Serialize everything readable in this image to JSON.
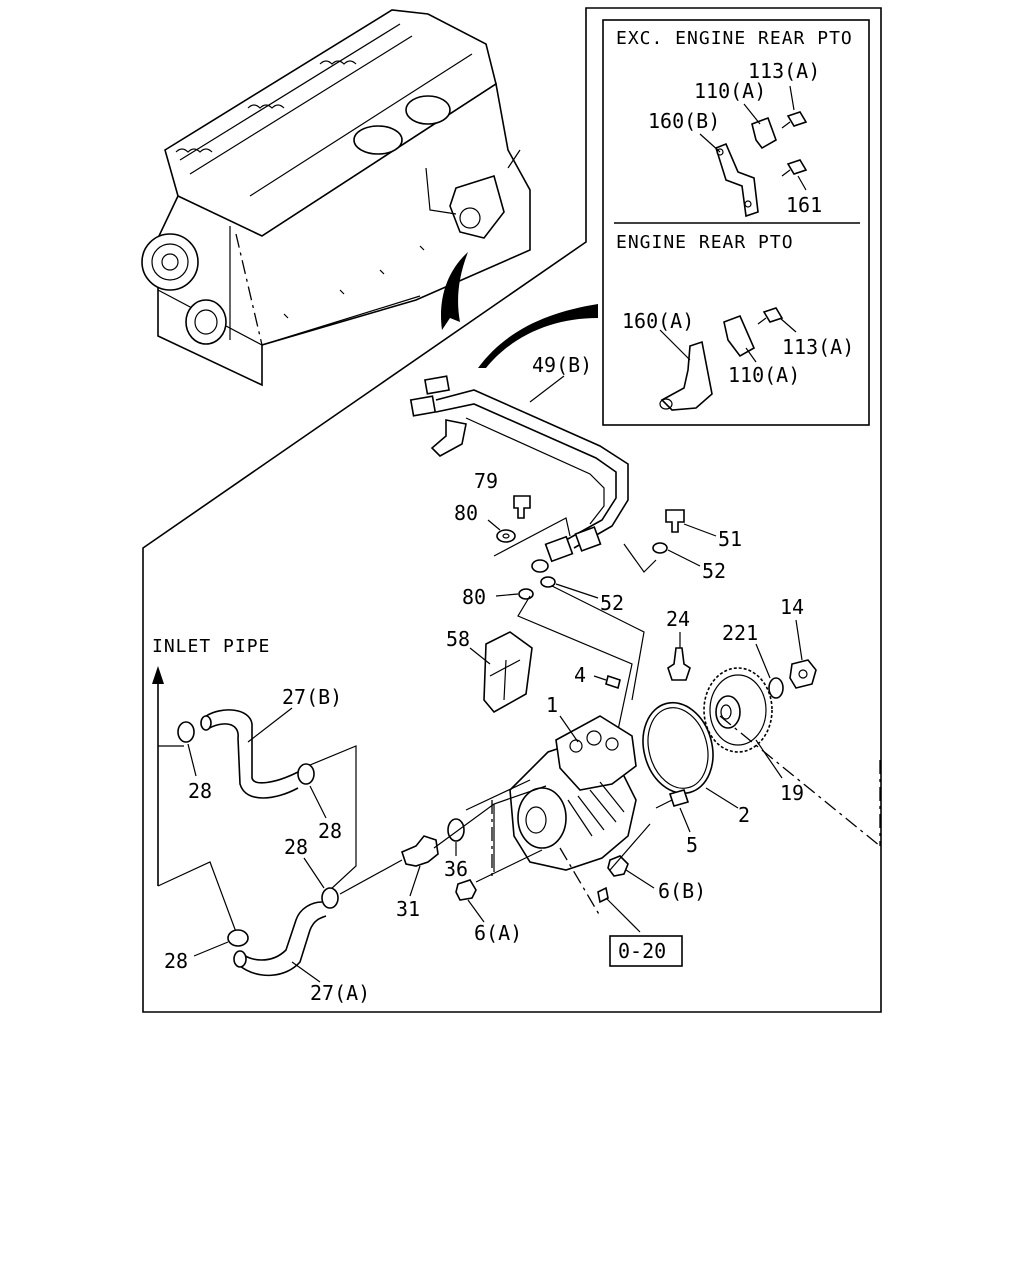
{
  "insets": {
    "exc": {
      "title": "EXC. ENGINE REAR PTO"
    },
    "rear": {
      "title": "ENGINE REAR PTO"
    }
  },
  "inlet_pipe_label": "INLET PIPE",
  "ref_box_label": "0-20",
  "labels": {
    "exc_113A": "113(A)",
    "exc_110A": "110(A)",
    "exc_160B": "160(B)",
    "exc_161": "161",
    "rear_160A": "160(A)",
    "rear_113A": "113(A)",
    "rear_110A": "110(A)",
    "p49B": "49(B)",
    "p79": "79",
    "p80a": "80",
    "p80b": "80",
    "p51": "51",
    "p52a": "52",
    "p52b": "52",
    "p58": "58",
    "p4": "4",
    "p24": "24",
    "p221": "221",
    "p14": "14",
    "p1": "1",
    "p19": "19",
    "p2": "2",
    "p5": "5",
    "p6B": "6(B)",
    "p6A": "6(A)",
    "p36": "36",
    "p31": "31",
    "p27B": "27(B)",
    "p28a": "28",
    "p28b": "28",
    "p28c": "28",
    "p28d": "28",
    "p27A": "27(A)"
  }
}
